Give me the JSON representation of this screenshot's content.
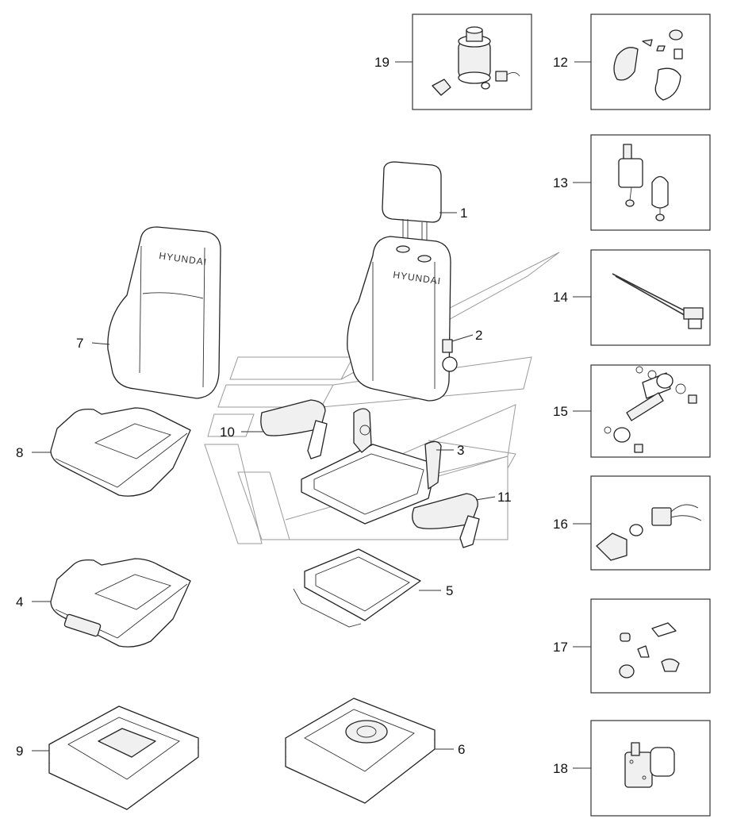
{
  "diagram": {
    "brand_text": "HYUNDAI",
    "callouts": [
      {
        "id": "c1",
        "text": "1"
      },
      {
        "id": "c2",
        "text": "2"
      },
      {
        "id": "c3",
        "text": "3"
      },
      {
        "id": "c4",
        "text": "4"
      },
      {
        "id": "c5",
        "text": "5"
      },
      {
        "id": "c6",
        "text": "6"
      },
      {
        "id": "c7",
        "text": "7"
      },
      {
        "id": "c8",
        "text": "8"
      },
      {
        "id": "c9",
        "text": "9"
      },
      {
        "id": "c10",
        "text": "10"
      },
      {
        "id": "c11",
        "text": "11"
      },
      {
        "id": "c12",
        "text": "12"
      },
      {
        "id": "c13",
        "text": "13"
      },
      {
        "id": "c14",
        "text": "14"
      },
      {
        "id": "c15",
        "text": "15"
      },
      {
        "id": "c16",
        "text": "16"
      },
      {
        "id": "c17",
        "text": "17"
      },
      {
        "id": "c18",
        "text": "18"
      },
      {
        "id": "c19",
        "text": "19"
      }
    ]
  }
}
